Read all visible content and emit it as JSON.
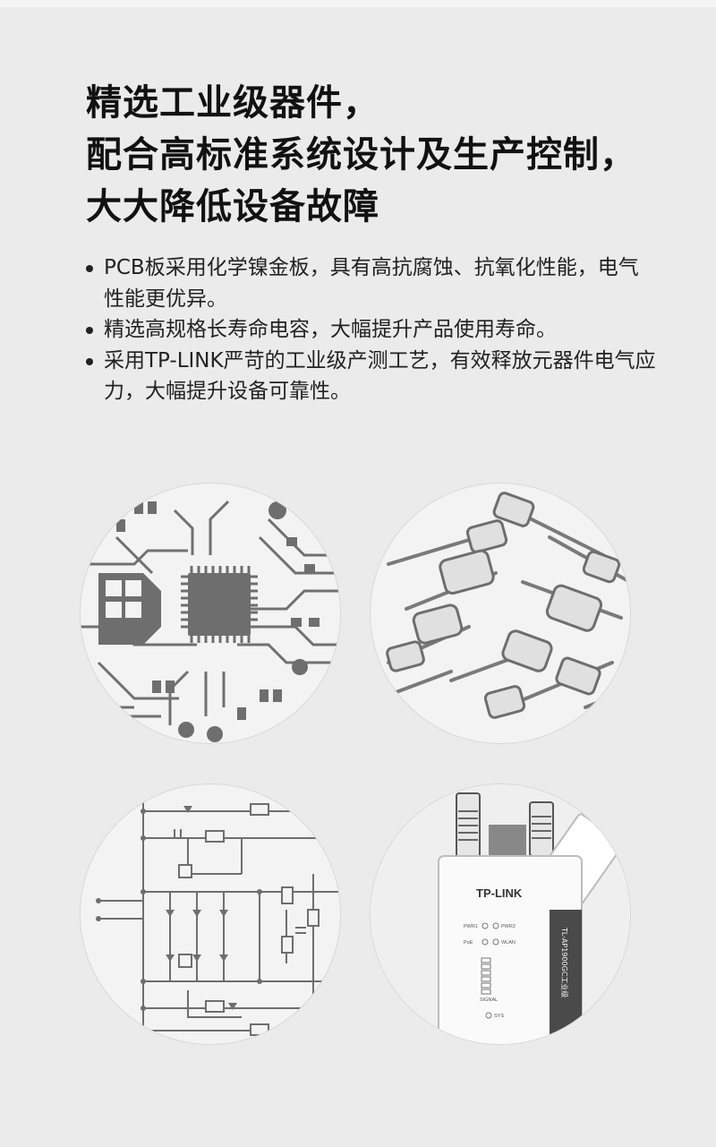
{
  "headline": {
    "line1": "精选工业级器件，",
    "line2": "配合高标准系统设计及生产控制，",
    "line3": "大大降低设备故障"
  },
  "bullets": [
    "PCB板采用化学镍金板，具有高抗腐蚀、抗氧化性能，电气性能更优异。",
    "精选高规格长寿命电容，大幅提升产品使用寿命。",
    "采用TP-LINK严苛的工业级产测工艺，有效释放元器件电气应力，大幅提升设备可靠性。"
  ],
  "device": {
    "brand": "TP-LINK",
    "model": "TL-AP1900GC工业级",
    "led_pwr1": "PWR1",
    "led_pwr2": "PWR2",
    "led_poe": "PoE",
    "led_wlan": "WLAN",
    "signal": "SIGNAL",
    "sys": "SYS"
  },
  "colors": {
    "background": "#ebebeb",
    "circle_fill": "#f3f3f3",
    "graphic_gray": "#6e6e6e"
  }
}
